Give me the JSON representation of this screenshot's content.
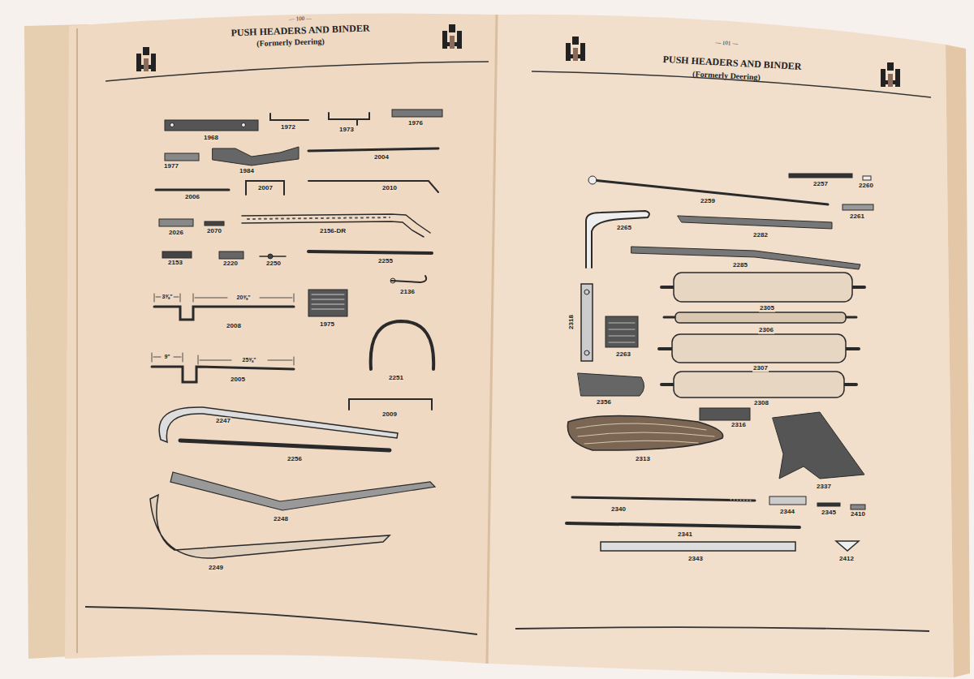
{
  "diagram": {
    "labels": [
      "— 100 —",
      "PUSH HEADERS AND BINDER",
      "(Formerly Deering)",
      "1968",
      "1972",
      "1973",
      "1976",
      "1977",
      "1984",
      "2004",
      "2006",
      "2007",
      "2010",
      "2026",
      "2070",
      "2156-DR",
      "2153",
      "2220",
      "2250",
      "2255",
      "3⅝\"",
      "20⅝\"",
      "2008",
      "1975",
      "2136",
      "9\"",
      "25⅝\"",
      "2251",
      "2005",
      "2009",
      "2247",
      "2256",
      "2248",
      "2249",
      "— 101 —",
      "PUSH HEADERS AND BINDER",
      "(Formerly Deering)",
      "2257",
      "2260",
      "2259",
      "2261",
      "2265",
      "2282",
      "2285",
      "2305",
      "2306",
      "2318",
      "2263",
      "2307",
      "2356",
      "2308",
      "2316",
      "2313",
      "2337",
      "2340",
      "2344",
      "2345",
      "2410",
      "2341",
      "2343",
      "2412"
    ]
  }
}
